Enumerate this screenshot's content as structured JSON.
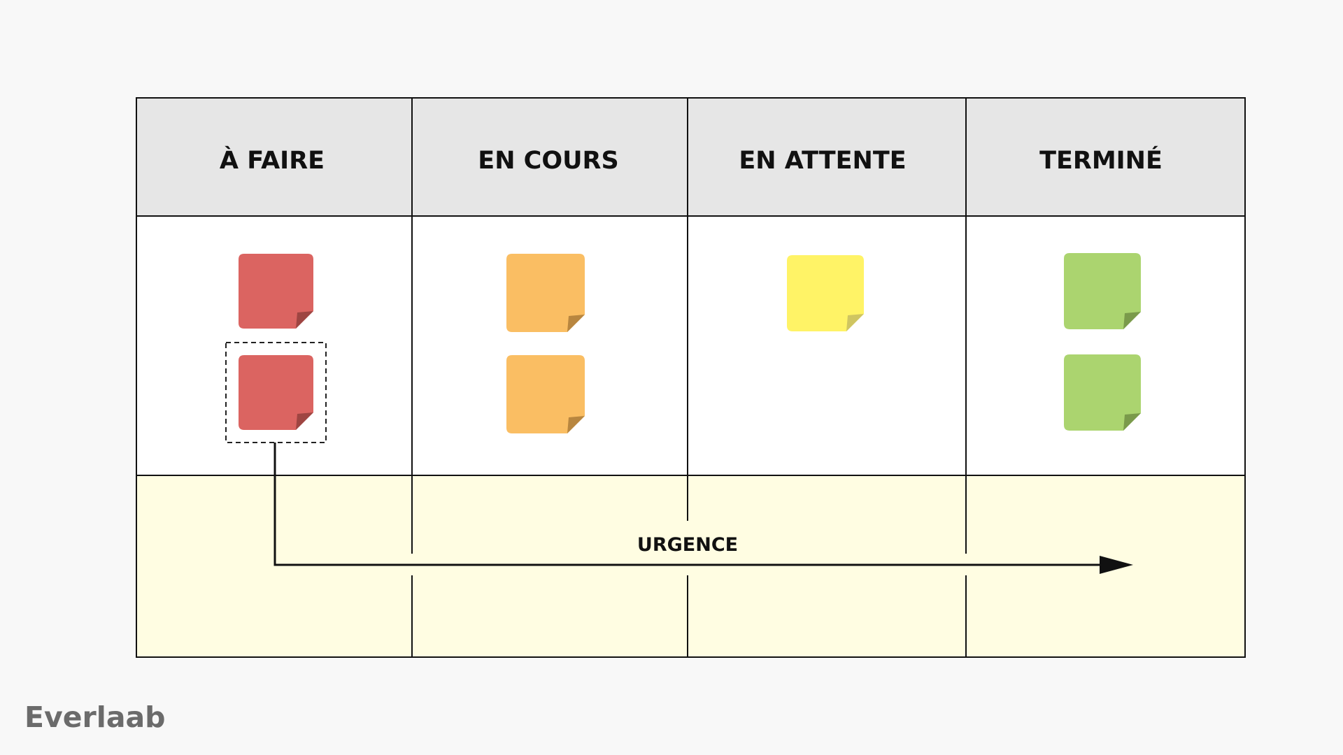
{
  "board": {
    "columns": [
      {
        "title": "À FAIRE",
        "note_color": "#db6461",
        "note_fold": "#9e4542",
        "notes": 2
      },
      {
        "title": "EN COURS",
        "note_color": "#fabe63",
        "note_fold": "#b8863f",
        "notes": 2
      },
      {
        "title": "EN ATTENTE",
        "note_color": "#fff366",
        "note_fold": "#cfc561",
        "notes": 1
      },
      {
        "title": "TERMINÉ",
        "note_color": "#abd46f",
        "note_fold": "#7a9a4b",
        "notes": 2
      }
    ],
    "urgency_label": "URGENCE",
    "colors": {
      "header_bg": "#e6e6e6",
      "body_bg": "#ffffff",
      "lane_bg": "#fffde2",
      "line": "#111111"
    }
  },
  "brand": "Everlaab"
}
